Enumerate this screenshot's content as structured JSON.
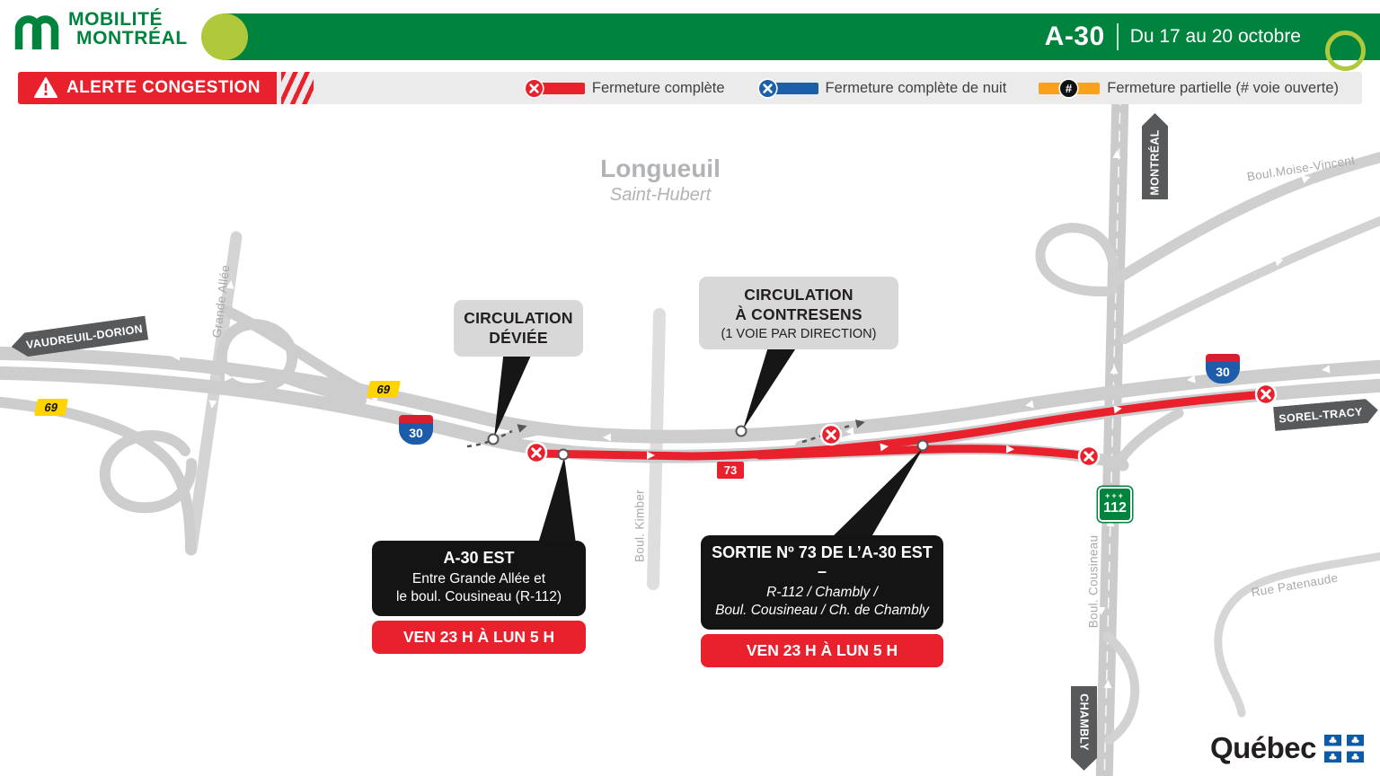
{
  "header": {
    "brand_top": "MOBILITÉ",
    "brand_bottom": "MONTRÉAL",
    "route": "A-30",
    "dates": "Du 17 au 20 octobre"
  },
  "alert": {
    "title": "ALERTE CONGESTION",
    "legend": [
      {
        "label": "Fermeture complète",
        "color": "#e8212d"
      },
      {
        "label": "Fermeture complète de nuit",
        "color": "#1b5faa"
      },
      {
        "label": "Fermeture partielle (# voie ouverte)",
        "color": "#f9a11b",
        "symbol": "#"
      }
    ]
  },
  "map": {
    "city": "Longueuil",
    "district": "Saint-Hubert",
    "signs": {
      "west": "VAUDREUIL-DORION",
      "east": "SOREL-TRACY",
      "north": "MONTRÉAL",
      "south": "CHAMBLY"
    },
    "roads": {
      "grande_allee": "Grande Allée",
      "kimber": "Boul. Kimber",
      "cousineau": "Boul. Cousineau",
      "moise_vincent": "Boul.Moise-Vincent",
      "patenaude": "Rue Patenaude"
    },
    "shields": {
      "exit_69": "69",
      "a30": "30",
      "exit_73": "73",
      "route_112": "112"
    },
    "callouts": {
      "deviee": {
        "line1": "CIRCULATION",
        "line2": "DÉVIÉE"
      },
      "contresens": {
        "line1": "CIRCULATION",
        "line2": "À CONTRESENS",
        "note": "(1 VOIE PAR DIRECTION)"
      }
    },
    "closures": [
      {
        "title": "A-30 EST",
        "detail1": "Entre Grande Allée et",
        "detail2": "le boul. Cousineau (R-112)",
        "schedule": "VEN 23 H À LUN 5 H"
      },
      {
        "title": "SORTIE Nº 73 DE L’A-30 EST –",
        "detail1": "R-112 / Chambly /",
        "detail2": "Boul. Cousineau / Ch. de Chambly",
        "schedule": "VEN 23 H À LUN 5 H"
      }
    ]
  },
  "footer": {
    "wordmark": "Québec"
  },
  "colors": {
    "brand_green": "#00843d",
    "accent_green": "#b0c83b",
    "closure_red": "#e8212d",
    "night_blue": "#1b5faa",
    "partial_orange": "#f9a11b"
  }
}
